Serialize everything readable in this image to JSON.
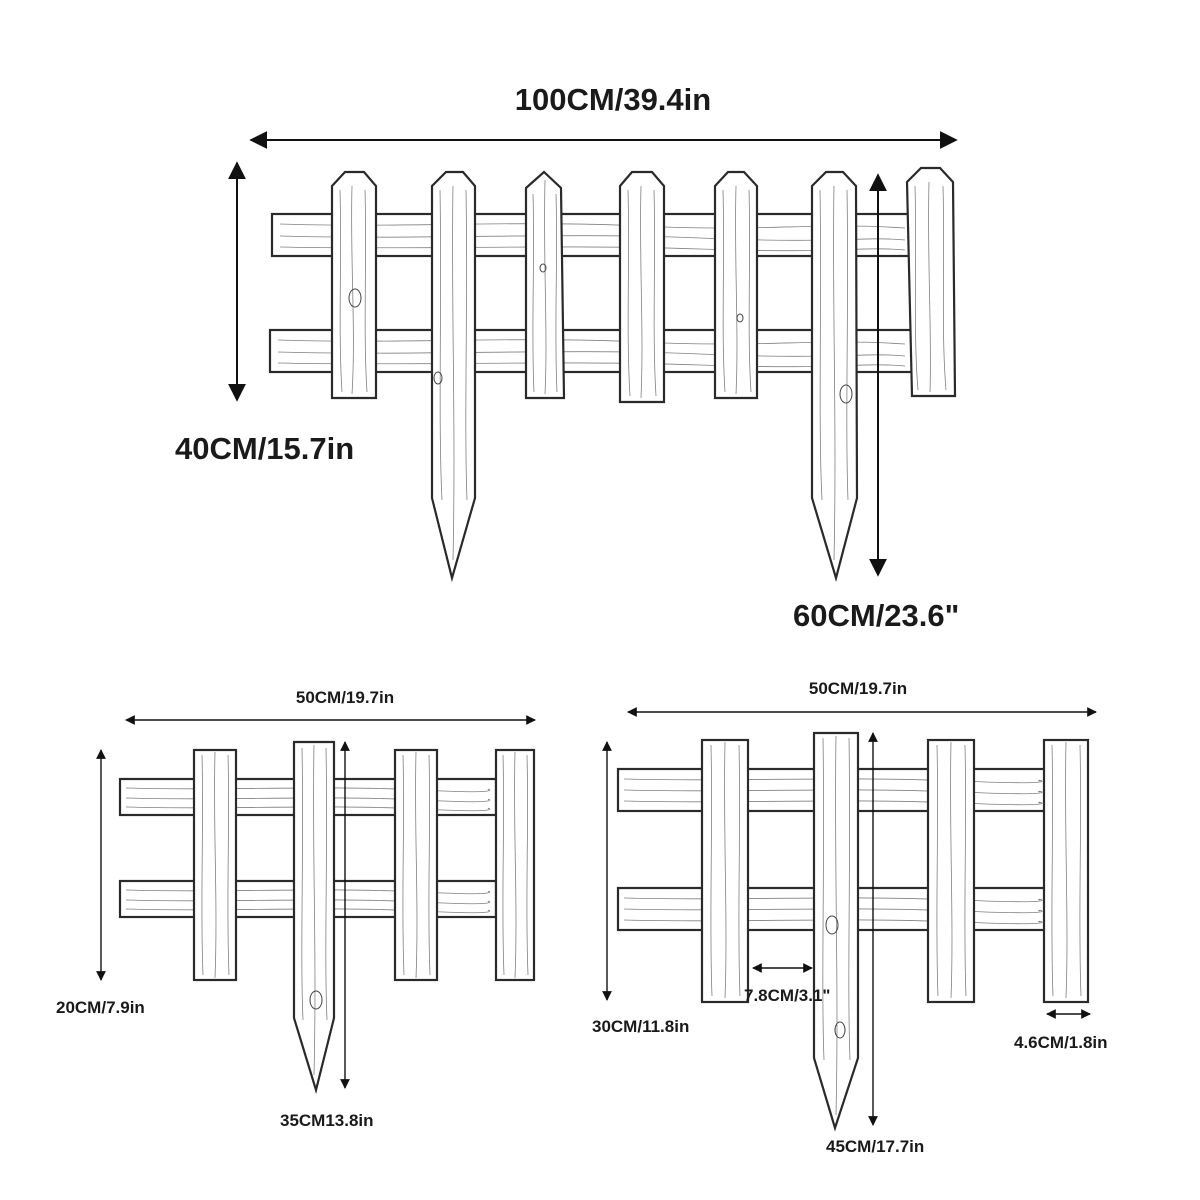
{
  "large_fence": {
    "width_label": "100CM/39.4in",
    "height_label": "40CM/15.7in",
    "stake_label": "60CM/23.6\""
  },
  "small_fence_left": {
    "width_label": "50CM/19.7in",
    "height_label": "20CM/7.9in",
    "stake_label": "35CM13.8in"
  },
  "small_fence_right": {
    "width_label": "50CM/19.7in",
    "height_label": "30CM/11.8in",
    "stake_label": "45CM/17.7in",
    "gap_label": "7.8CM/3.1\"",
    "picket_width_label": "4.6CM/1.8in"
  }
}
